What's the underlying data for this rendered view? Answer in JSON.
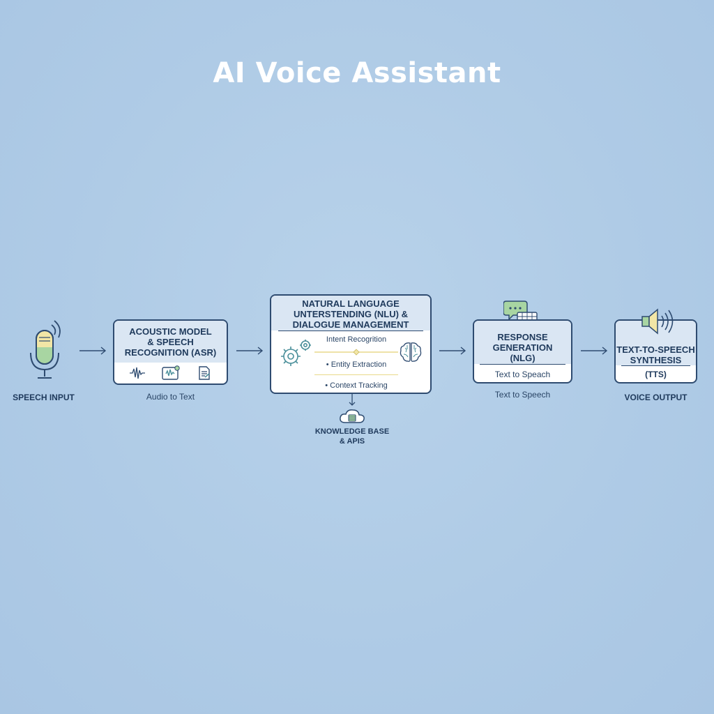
{
  "title": "AI Voice Assistant",
  "nodes": {
    "speech_input": {
      "label": "SPEECH INPUT"
    },
    "asr": {
      "title_line1": "ACOUSTIC MODEL",
      "title_line2": "& SPEECH",
      "title_line3": "RECOGNITION (ASR)",
      "caption": "Audio to Text"
    },
    "nlu": {
      "title_line1": "NATURAL LANGUAGE",
      "title_line2": "UNTERSTENDING (NLU) &",
      "title_line3": "DIALOGUE MANAGEMENT",
      "items": [
        "Intent Recogrition",
        "• Entity Extraction",
        "• Context Tracking"
      ]
    },
    "knowledge": {
      "line1": "KNOWLEDGE BASE",
      "line2": "& APIS"
    },
    "nlg": {
      "title_line1": "RESPONSE",
      "title_line2": "GENERATION",
      "title_line3": "(NLG)",
      "inner": "Text to Speach",
      "caption": "Text to Speech"
    },
    "tts": {
      "title_line1": "TEXT-TO-SPEECH",
      "title_line2": "SYNTHESIS",
      "title_line3": "(TTS)"
    },
    "voice_output": {
      "label": "VOICE OUTPUT"
    }
  },
  "colors": {
    "background": "#afcbe6",
    "stroke": "#2e4b70",
    "header_fill": "#dae6f3",
    "accent_green": "#a8d5a2",
    "accent_yellow": "#f2e6a6",
    "icon_teal": "#4a8f9a"
  }
}
